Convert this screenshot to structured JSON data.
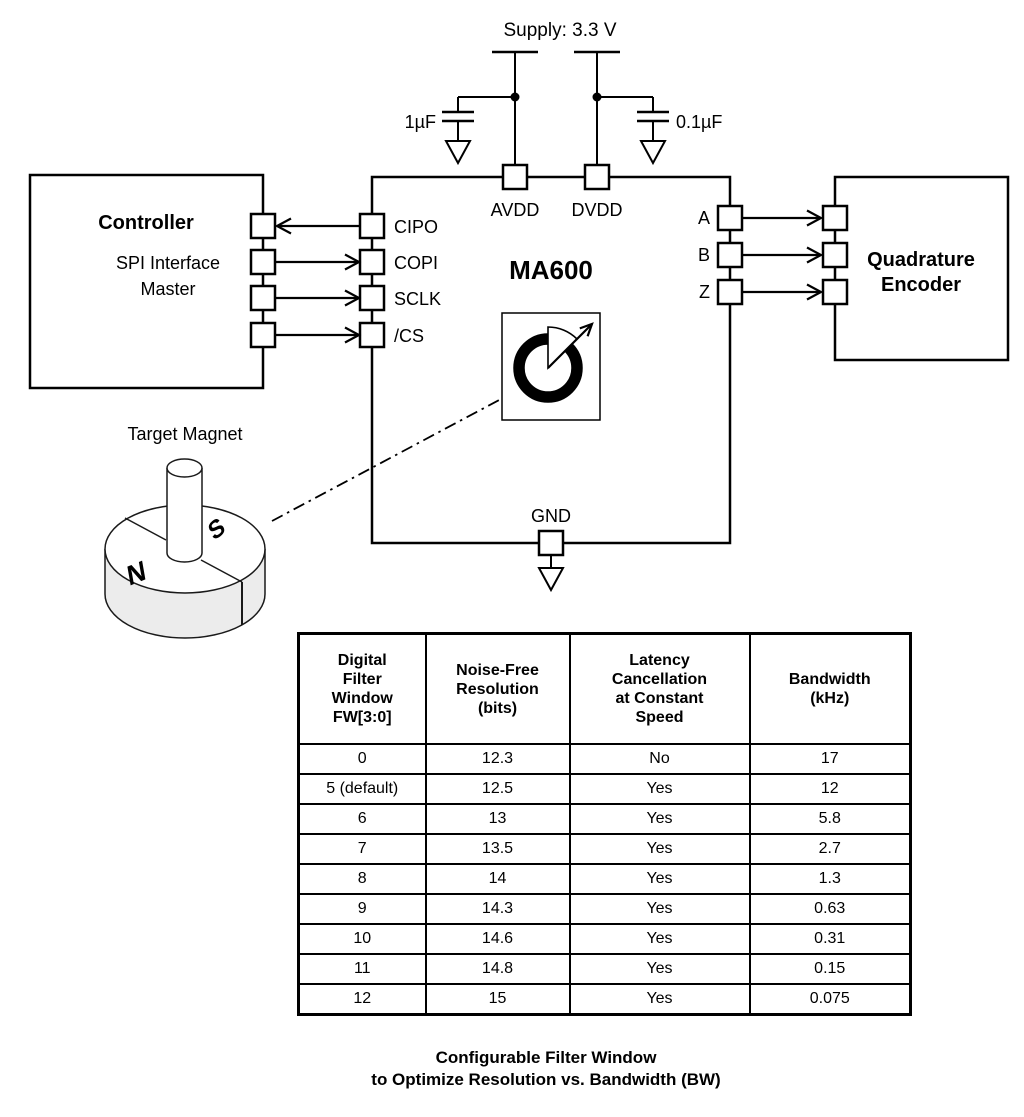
{
  "diagram": {
    "supply_label": "Supply: 3.3 V",
    "cap_left_value": "1µF",
    "cap_right_value": "0.1µF",
    "controller": {
      "title": "Controller",
      "subtitle1": "SPI Interface",
      "subtitle2": "Master"
    },
    "chip": {
      "name": "MA600",
      "pin_avdd": "AVDD",
      "pin_dvdd": "DVDD",
      "pin_cipo": "CIPO",
      "pin_copi": "COPI",
      "pin_sclk": "SCLK",
      "pin_cs": "/CS",
      "pin_a": "A",
      "pin_b": "B",
      "pin_z": "Z",
      "pin_gnd": "GND"
    },
    "encoder": {
      "title1": "Quadrature",
      "title2": "Encoder"
    },
    "magnet": {
      "label": "Target Magnet",
      "pole_n": "N",
      "pole_s": "S"
    },
    "line_color": "#000000"
  },
  "table": {
    "headers": [
      "Digital\nFilter\nWindow\nFW[3:0]",
      "Noise-Free\nResolution\n(bits)",
      "Latency\nCancellation\nat Constant\nSpeed",
      "Bandwidth\n(kHz)"
    ],
    "rows": [
      [
        "0",
        "12.3",
        "No",
        "17"
      ],
      [
        "5 (default)",
        "12.5",
        "Yes",
        "12"
      ],
      [
        "6",
        "13",
        "Yes",
        "5.8"
      ],
      [
        "7",
        "13.5",
        "Yes",
        "2.7"
      ],
      [
        "8",
        "14",
        "Yes",
        "1.3"
      ],
      [
        "9",
        "14.3",
        "Yes",
        "0.63"
      ],
      [
        "10",
        "14.6",
        "Yes",
        "0.31"
      ],
      [
        "11",
        "14.8",
        "Yes",
        "0.15"
      ],
      [
        "12",
        "15",
        "Yes",
        "0.075"
      ]
    ]
  },
  "caption": {
    "line1": "Configurable Filter Window",
    "line2": "to Optimize Resolution vs. Bandwidth (BW)"
  }
}
